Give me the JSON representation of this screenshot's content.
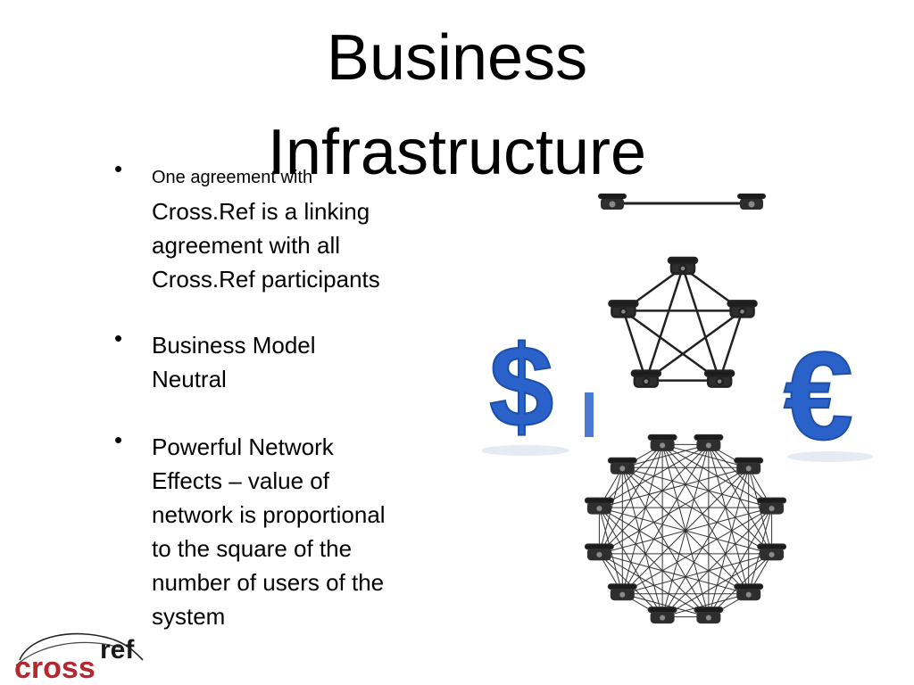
{
  "title": {
    "line1": "Business",
    "line2": "Infrastructure"
  },
  "bullets": [
    {
      "lines": [
        "One agreement with",
        "Cross.Ref is a linking",
        "agreement with all",
        "Cross.Ref participants"
      ]
    },
    {
      "lines": [
        "Business Model",
        "Neutral"
      ]
    },
    {
      "lines": [
        "Powerful Network",
        "Effects – value of",
        "network is proportional",
        "to the square of the",
        "number of users of the",
        "system"
      ]
    }
  ],
  "graphic": {
    "currency_left": "$",
    "currency_right": "€",
    "icons": [
      "telephone-icon",
      "network-diagram",
      "dollar-sign-icon",
      "euro-sign-icon"
    ],
    "colors": {
      "currency_blue": "#2a62c9",
      "node_dark": "#333333"
    }
  },
  "logo": {
    "text_cross": "cross",
    "text_ref": "ref",
    "colors": {
      "cross": "#b5282e",
      "ref": "#1a1a1a"
    }
  }
}
